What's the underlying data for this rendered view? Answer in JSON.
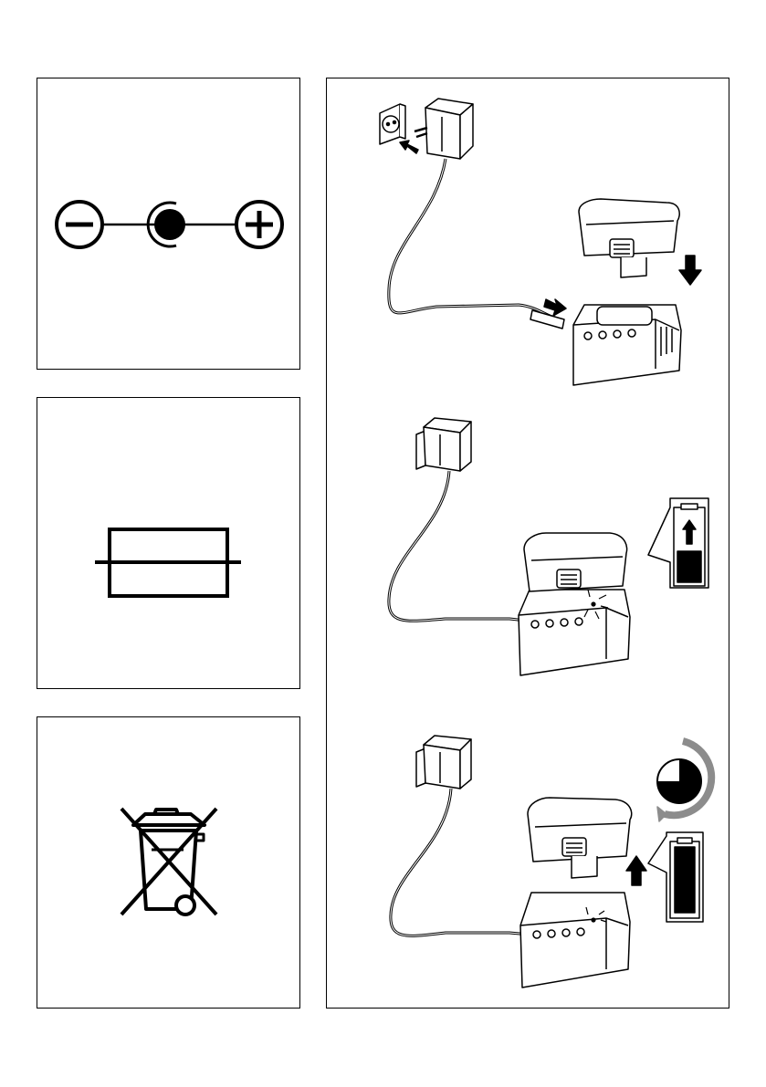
{
  "panels": [
    {
      "id": "polarity",
      "symbol": "center-negative-polarity-symbol"
    },
    {
      "id": "fuse",
      "symbol": "fuse-symbol"
    },
    {
      "id": "weee",
      "symbol": "crossed-out-wheelie-bin-symbol"
    },
    {
      "id": "steps",
      "illustrations": [
        "plug-in-charger-step",
        "charging-step",
        "charging-complete-step"
      ]
    }
  ],
  "colors": {
    "ink": "#000000",
    "background": "#ffffff",
    "shade": "#9a9a9a",
    "ring": "#8c8c8c"
  }
}
